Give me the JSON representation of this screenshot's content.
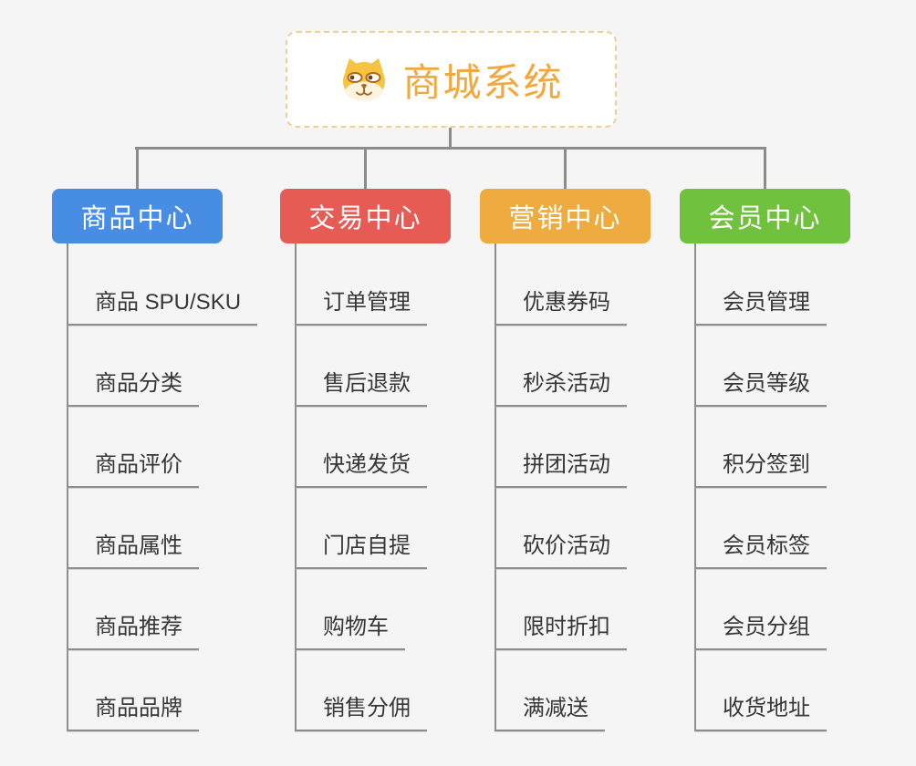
{
  "root": {
    "title": "商城系统",
    "icon": "dog-face-icon",
    "title_color": "#f2a83c",
    "border_color": "#f2ce96"
  },
  "connector_color": "#8c8c8c",
  "underline_color": "#8e8e8e",
  "leaf_text_color": "#363636",
  "branches": [
    {
      "label": "商品中心",
      "color": "#478de4",
      "items": [
        "商品 SPU/SKU",
        "商品分类",
        "商品评价",
        "商品属性",
        "商品推荐",
        "商品品牌"
      ]
    },
    {
      "label": "交易中心",
      "color": "#e75b55",
      "items": [
        "订单管理",
        "售后退款",
        "快递发货",
        "门店自提",
        "购物车",
        "销售分佣"
      ]
    },
    {
      "label": "营销中心",
      "color": "#eeac40",
      "items": [
        "优惠券码",
        "秒杀活动",
        "拼团活动",
        "砍价活动",
        "限时折扣",
        "满减送"
      ]
    },
    {
      "label": "会员中心",
      "color": "#6fc13e",
      "items": [
        "会员管理",
        "会员等级",
        "积分签到",
        "会员标签",
        "会员分组",
        "收货地址"
      ]
    }
  ]
}
